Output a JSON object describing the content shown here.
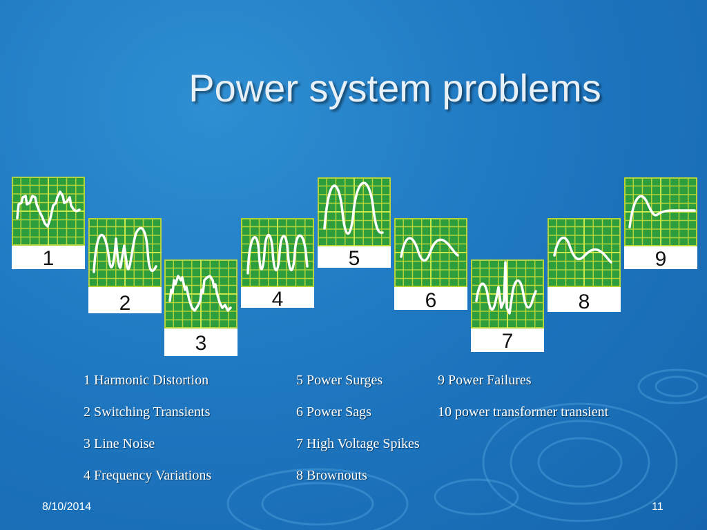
{
  "slide": {
    "title": "Power system problems",
    "panels": [
      {
        "number": "1",
        "waveform": "harmonic-distortion"
      },
      {
        "number": "2",
        "waveform": "switching-transient"
      },
      {
        "number": "3",
        "waveform": "line-noise"
      },
      {
        "number": "4",
        "waveform": "frequency-variation"
      },
      {
        "number": "5",
        "waveform": "power-surge"
      },
      {
        "number": "6",
        "waveform": "power-sag"
      },
      {
        "number": "7",
        "waveform": "high-voltage-spike"
      },
      {
        "number": "8",
        "waveform": "brownout"
      },
      {
        "number": "9",
        "waveform": "power-failure"
      }
    ],
    "legend": {
      "col1": [
        "1 Harmonic Distortion",
        "2 Switching Transients",
        "3 Line Noise",
        "4 Frequency Variations"
      ],
      "col2": [
        "5 Power Surges",
        "6 Power Sags",
        "7 High Voltage Spikes",
        "8 Brownouts"
      ],
      "col3": [
        "9 Power Failures",
        "10 power transformer transient"
      ]
    },
    "footer": {
      "date": "8/10/2014",
      "page": "11"
    }
  },
  "colors": {
    "background": "#1f78c2",
    "scope_screen": "#2e9e3c",
    "grid": "#b4d43a",
    "trace": "#ffffff"
  }
}
